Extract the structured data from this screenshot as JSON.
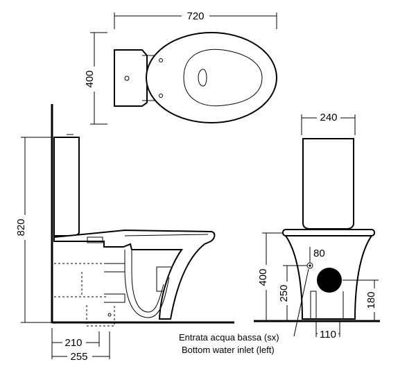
{
  "top_view": {
    "width_label": "720",
    "depth_label": "400"
  },
  "side_view": {
    "height_label": "820",
    "outlet_label_1": "210",
    "outlet_label_2": "255"
  },
  "front_view": {
    "tank_width_label": "240",
    "bowl_height_label": "400",
    "inlet_height_label": "250",
    "inlet_dia_label": "80",
    "outlet_height_label": "180",
    "offset_label": "110"
  },
  "notes": {
    "line1": "Entrata acqua bassa (sx)",
    "line2": "Bottom water inlet (left)"
  }
}
